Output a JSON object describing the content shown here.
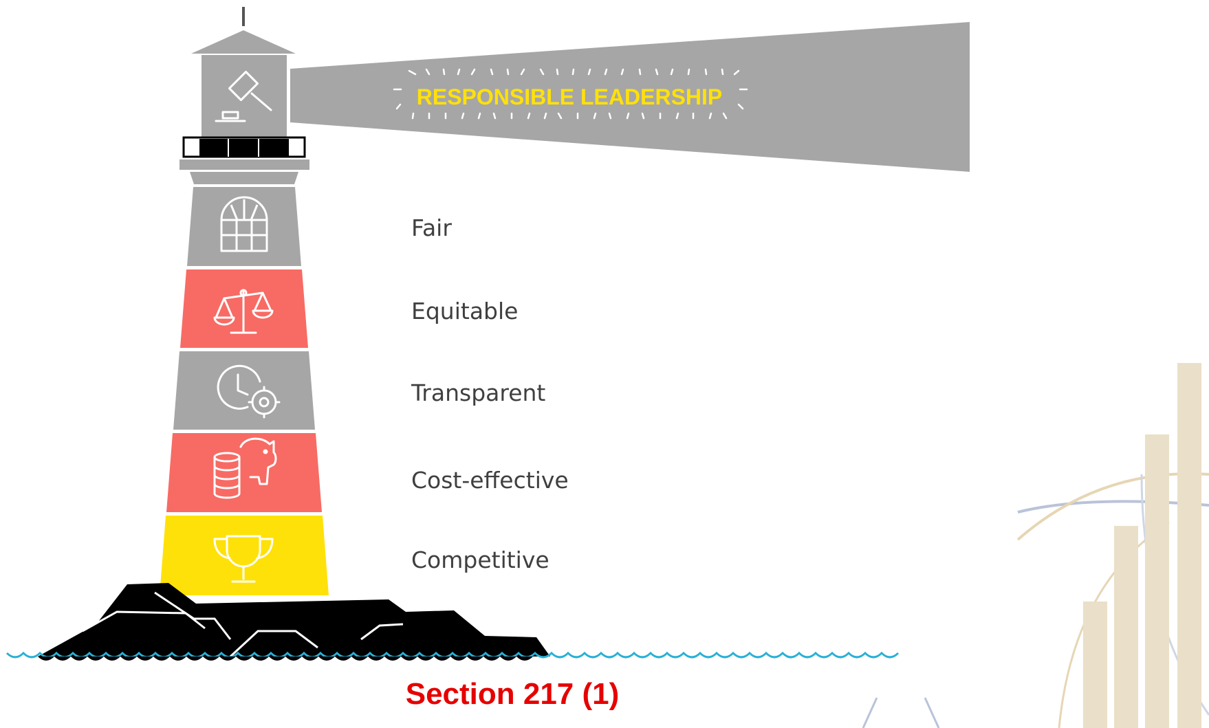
{
  "beam": {
    "title": "RESPONSIBLE LEADERSHIP"
  },
  "levels": [
    {
      "label": "Fair",
      "icon": "window-icon"
    },
    {
      "label": "Equitable",
      "icon": "scales-icon"
    },
    {
      "label": "Transparent",
      "icon": "clock-gear-icon"
    },
    {
      "label": "Cost-effective",
      "icon": "piggy-bank-coins-icon"
    },
    {
      "label": "Competitive",
      "icon": "trophy-icon"
    }
  ],
  "top_icon": "gavel-icon",
  "caption": "Section 217 (1)",
  "colors": {
    "gray": "#a6a6a6",
    "coral": "#f76b64",
    "yellow": "#ffe10a",
    "title": "#ffe10a",
    "caption": "#e60000",
    "water": "#2ab0d6",
    "rock": "#000000"
  }
}
